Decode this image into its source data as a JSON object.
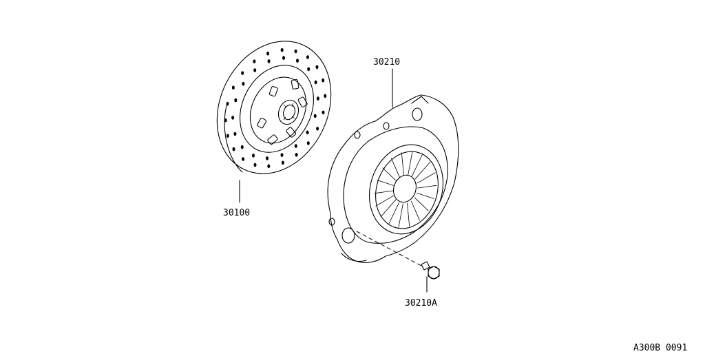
{
  "diagram": {
    "parts": [
      {
        "id": "clutch-disc",
        "part_number": "30100"
      },
      {
        "id": "clutch-cover",
        "part_number": "30210"
      },
      {
        "id": "cover-bolt",
        "part_number": "30210A"
      }
    ],
    "figure_code": "A300B 0091"
  }
}
